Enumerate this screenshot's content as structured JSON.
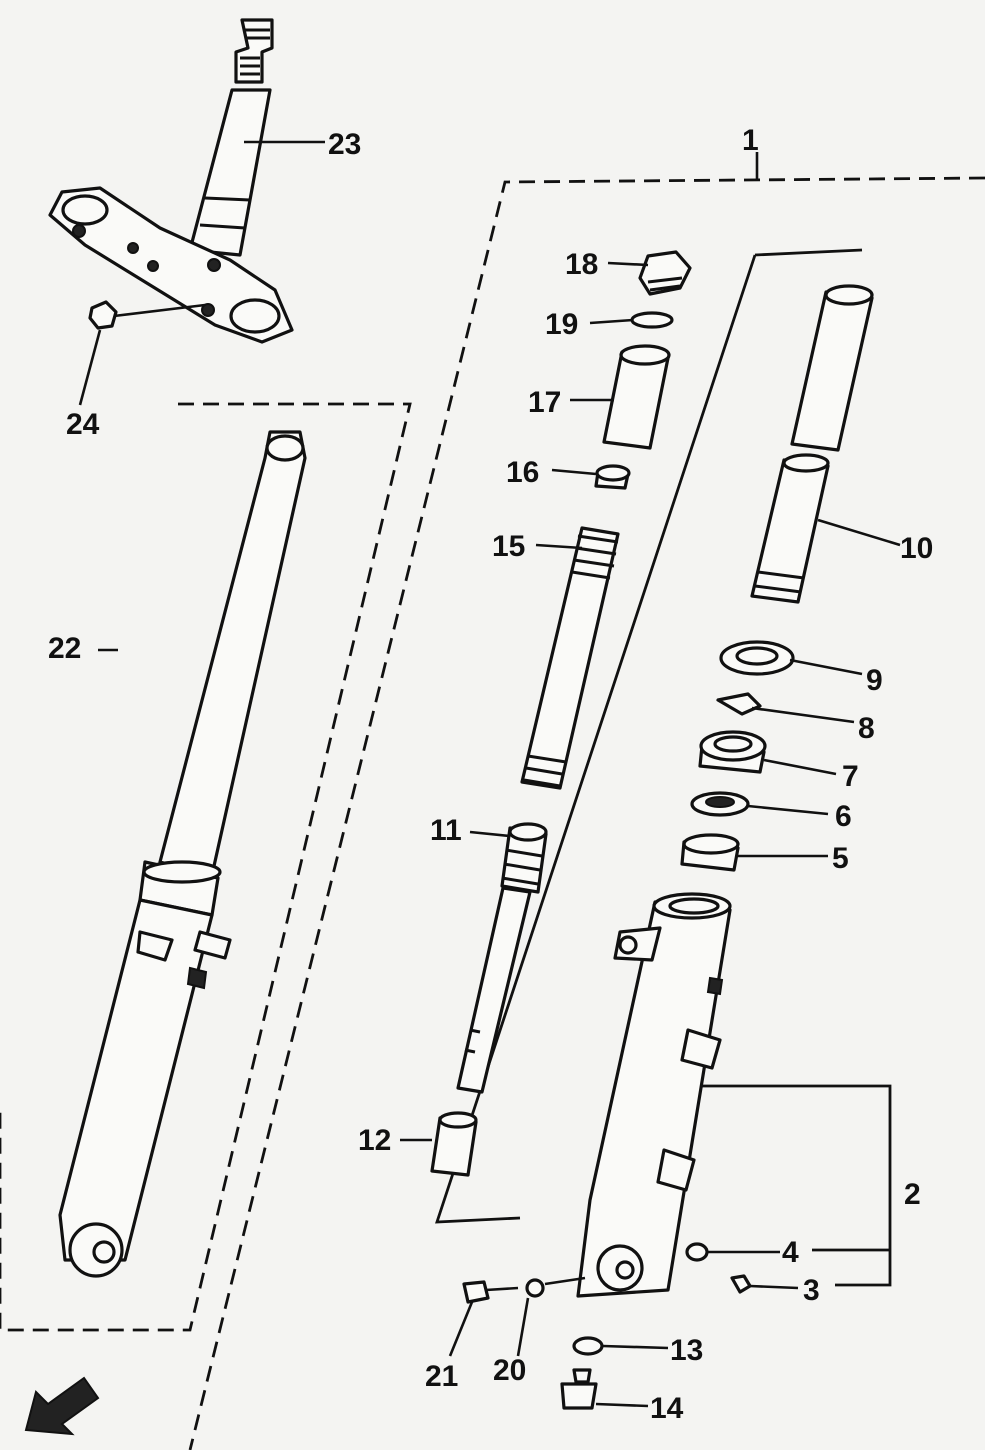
{
  "callouts": [
    {
      "id": "1",
      "text": "1"
    },
    {
      "id": "2",
      "text": "2"
    },
    {
      "id": "3",
      "text": "3"
    },
    {
      "id": "4",
      "text": "4"
    },
    {
      "id": "5",
      "text": "5"
    },
    {
      "id": "6",
      "text": "6"
    },
    {
      "id": "7",
      "text": "7"
    },
    {
      "id": "8",
      "text": "8"
    },
    {
      "id": "9",
      "text": "9"
    },
    {
      "id": "10",
      "text": "10"
    },
    {
      "id": "11",
      "text": "11"
    },
    {
      "id": "12",
      "text": "12"
    },
    {
      "id": "13",
      "text": "13"
    },
    {
      "id": "14",
      "text": "14"
    },
    {
      "id": "15",
      "text": "15"
    },
    {
      "id": "16",
      "text": "16"
    },
    {
      "id": "17",
      "text": "17"
    },
    {
      "id": "18",
      "text": "18"
    },
    {
      "id": "19",
      "text": "19"
    },
    {
      "id": "20",
      "text": "20"
    },
    {
      "id": "21",
      "text": "21"
    },
    {
      "id": "22",
      "text": "22"
    },
    {
      "id": "23",
      "text": "23"
    },
    {
      "id": "24",
      "text": "24"
    }
  ],
  "icons": {
    "direction_arrow": "arrow-down-left-icon"
  }
}
